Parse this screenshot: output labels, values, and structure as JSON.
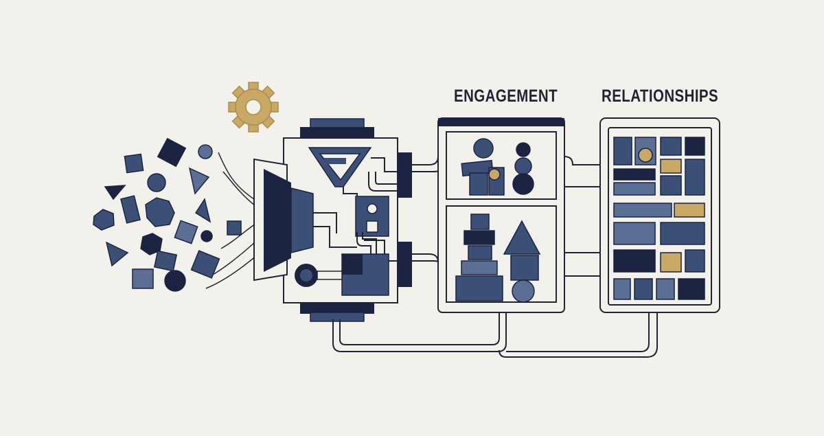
{
  "labels": {
    "engagement": "ENGAGEMENT",
    "relationships": "RELATIONSHIPS"
  },
  "colors": {
    "background": "#f3f1eb",
    "navy_dark": "#1b2340",
    "navy": "#3c5077",
    "slate": "#5a6f93",
    "gold": "#c9a866",
    "line": "#1f2433"
  },
  "icons": {
    "gear": "gear-icon",
    "shapes": "scattered-shapes",
    "machine": "processing-machine"
  }
}
